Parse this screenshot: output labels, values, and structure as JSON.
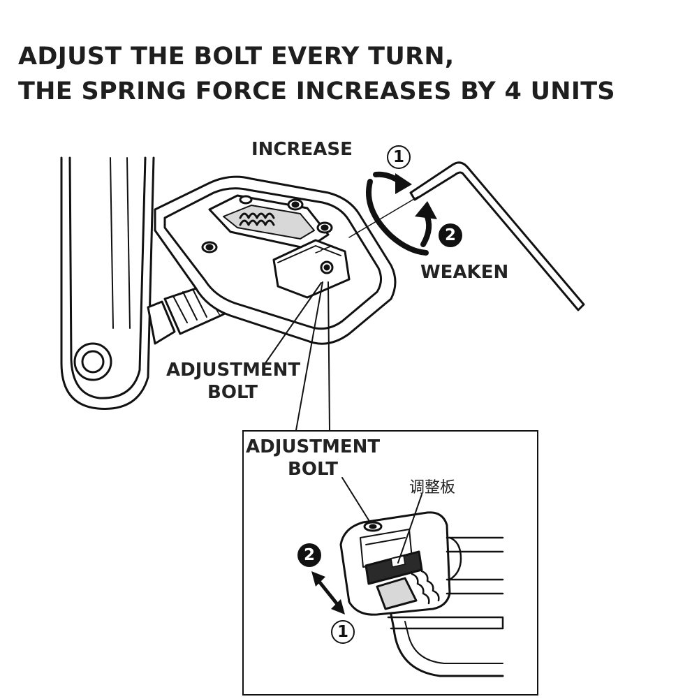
{
  "headline": {
    "line1": "ADJUST THE BOLT EVERY TURN,",
    "line2": "THE SPRING FORCE INCREASES BY 4 UNITS"
  },
  "labels": {
    "increase": "INCREASE",
    "weaken": "WEAKEN",
    "adjustment_bolt_main_line1": "ADJUSTMENT",
    "adjustment_bolt_main_line2": "BOLT",
    "adjustment_bolt_inset_line1": "ADJUSTMENT",
    "adjustment_bolt_inset_line2": "BOLT",
    "adjustment_plate_cn": "调整板"
  },
  "markers": {
    "increase_num": "1",
    "weaken_num": "2",
    "inset_up_num": "2",
    "inset_down_num": "1"
  },
  "colors": {
    "line": "#111111",
    "fill_light": "#ffffff",
    "fill_shade": "#d8d8d8",
    "fill_dark": "#2a2a2a"
  }
}
